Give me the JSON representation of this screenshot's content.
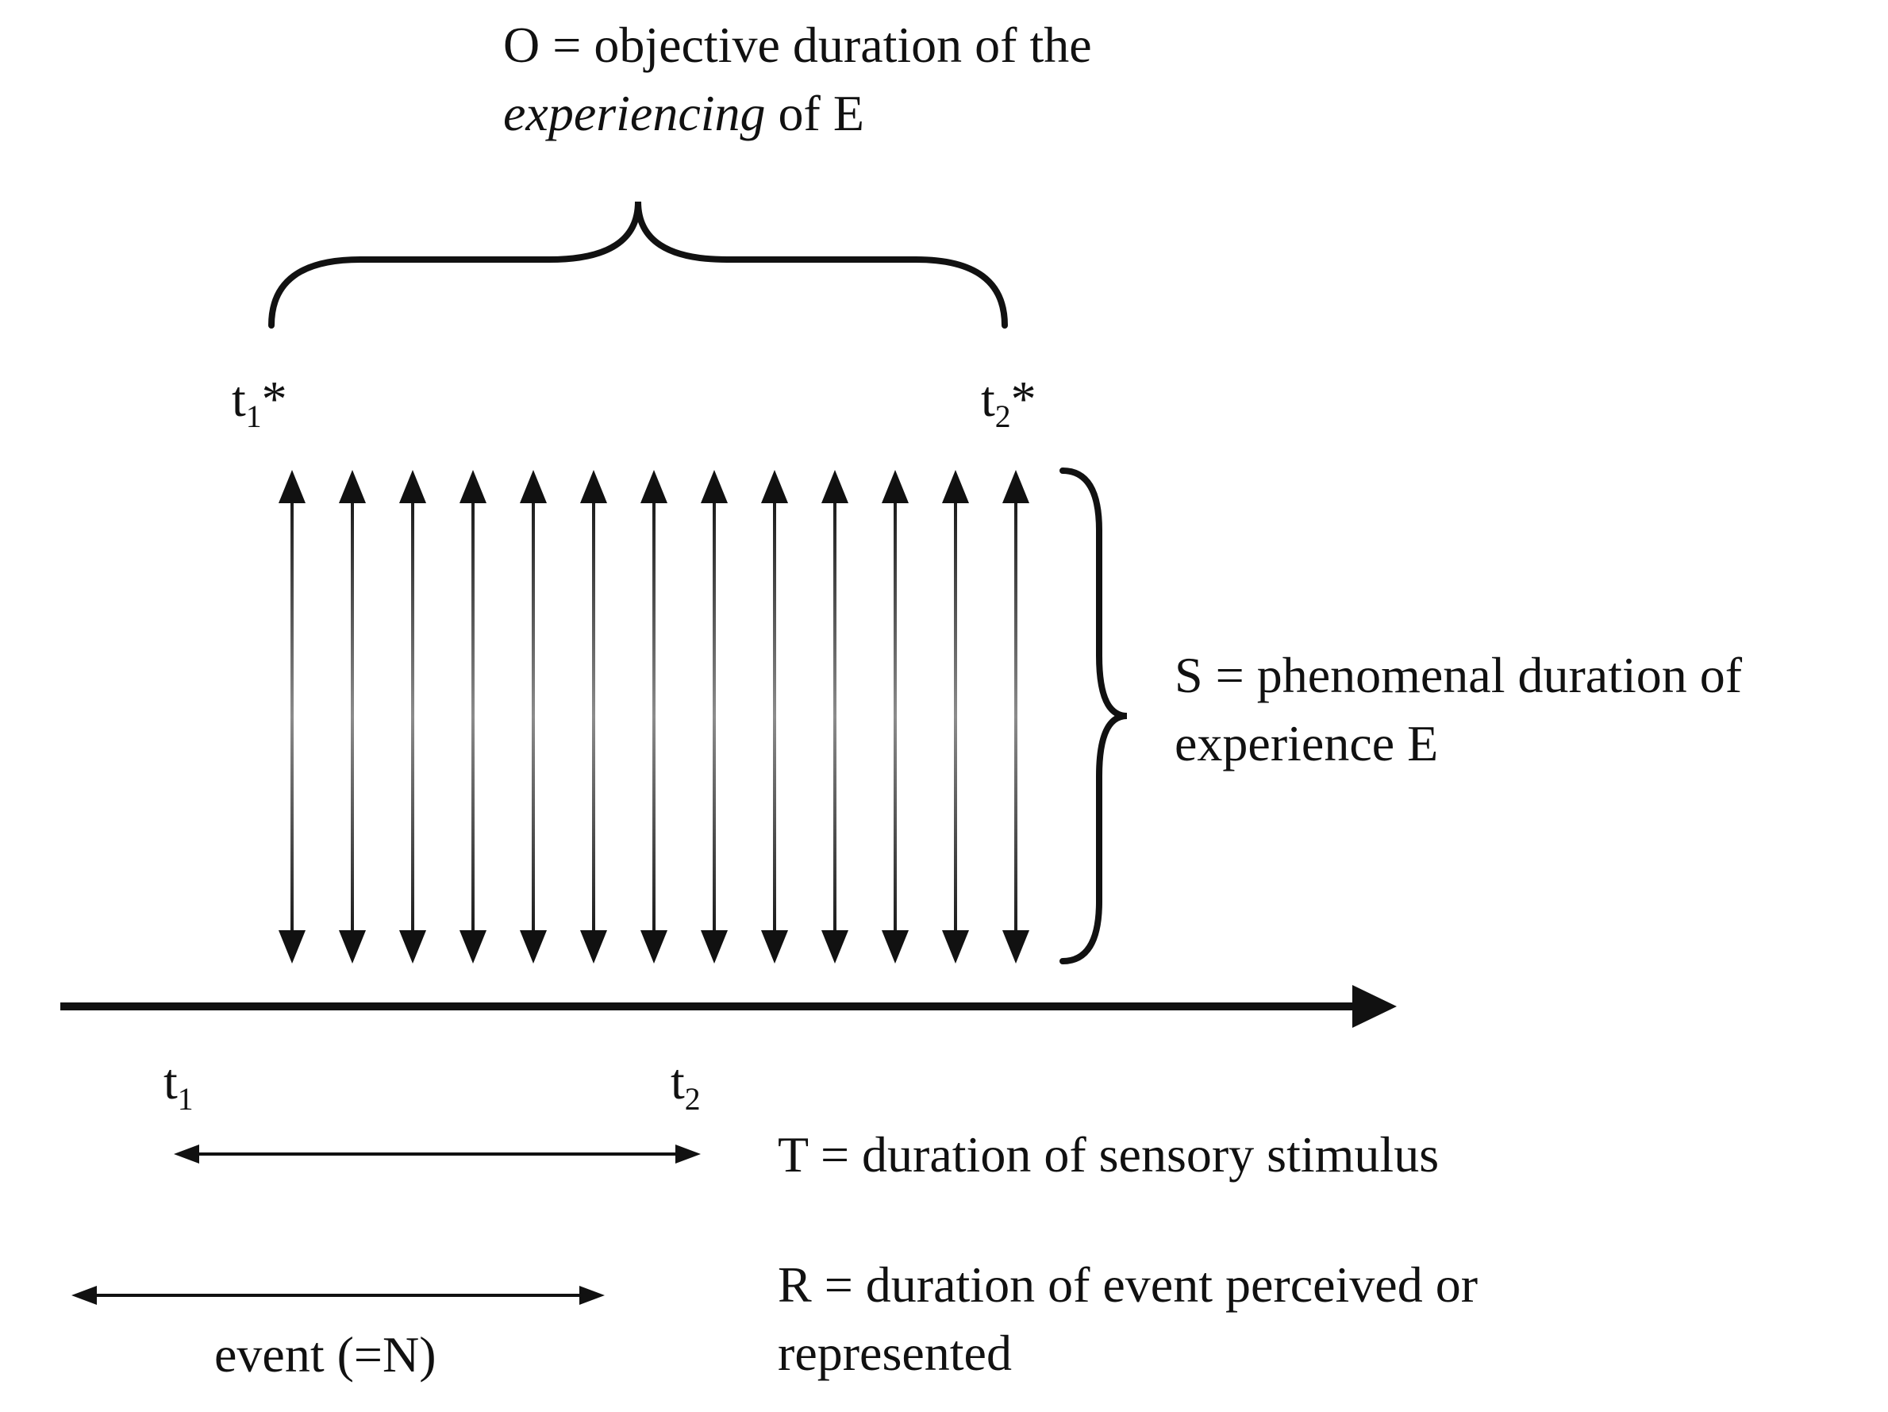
{
  "title": {
    "line1": "O = objective duration of the",
    "line2_italic": "experiencing",
    "line2_rest": " of E"
  },
  "phenomenal": {
    "t1star": {
      "base": "t",
      "sub": "1",
      "suffix": "*"
    },
    "t2star": {
      "base": "t",
      "sub": "2",
      "suffix": "*"
    },
    "arrow_count": 13,
    "s_label_line1": "S = phenomenal duration of",
    "s_label_line2": "experience E"
  },
  "timeline": {
    "t1": {
      "base": "t",
      "sub": "1"
    },
    "t2": {
      "base": "t",
      "sub": "2"
    }
  },
  "stimulus": {
    "label": "T = duration of sensory stimulus"
  },
  "event": {
    "label_line1": "R = duration of event perceived or",
    "label_line2": "represented",
    "arrow_label": "event (=N)"
  },
  "colors": {
    "ink": "#111111",
    "background": "#ffffff"
  }
}
